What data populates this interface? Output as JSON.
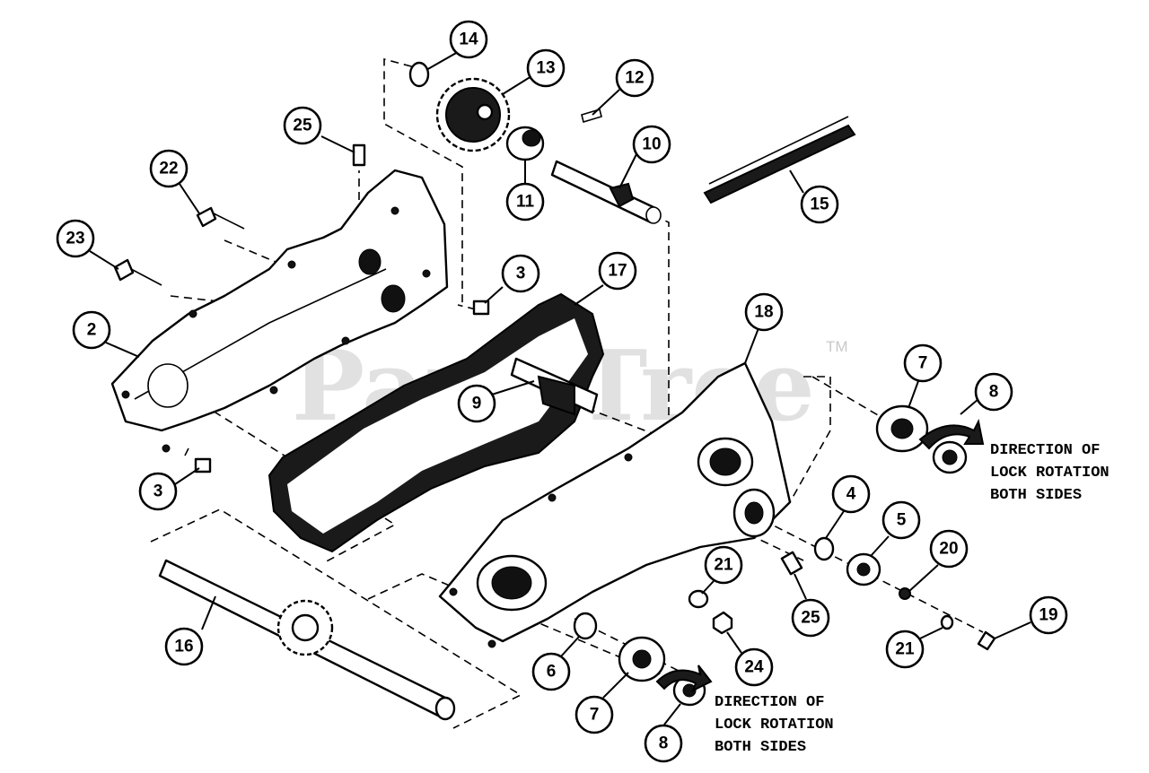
{
  "watermark": {
    "text": "PartsTree",
    "tm": "TM"
  },
  "callouts": [
    {
      "label": "14"
    },
    {
      "label": "13"
    },
    {
      "label": "12"
    },
    {
      "label": "10"
    },
    {
      "label": "25"
    },
    {
      "label": "11"
    },
    {
      "label": "22"
    },
    {
      "label": "15"
    },
    {
      "label": "23"
    },
    {
      "label": "3"
    },
    {
      "label": "17"
    },
    {
      "label": "18"
    },
    {
      "label": "2"
    },
    {
      "label": "9"
    },
    {
      "label": "7"
    },
    {
      "label": "8"
    },
    {
      "label": "3"
    },
    {
      "label": "4"
    },
    {
      "label": "5"
    },
    {
      "label": "20"
    },
    {
      "label": "21"
    },
    {
      "label": "25"
    },
    {
      "label": "16"
    },
    {
      "label": "19"
    },
    {
      "label": "21"
    },
    {
      "label": "6"
    },
    {
      "label": "24"
    },
    {
      "label": "7"
    },
    {
      "label": "8"
    }
  ],
  "notes": {
    "right": [
      "DIRECTION OF",
      "LOCK ROTATION",
      "BOTH SIDES"
    ],
    "bottom": [
      "DIRECTION OF",
      "LOCK ROTATION",
      "BOTH SIDES"
    ]
  }
}
